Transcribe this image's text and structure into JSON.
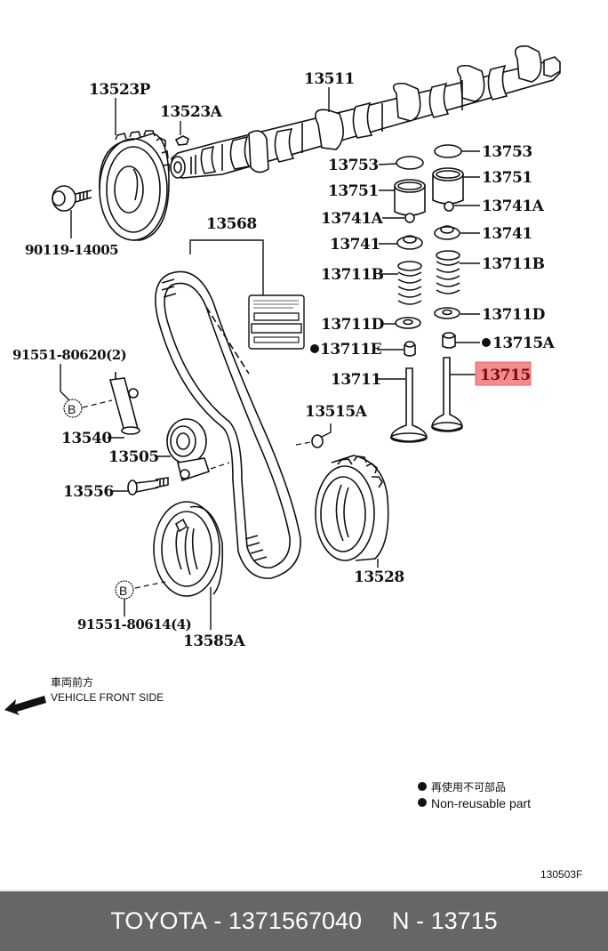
{
  "diagram": {
    "title": "Camshaft & Valve / Timing Belt exploded parts diagram",
    "highlighted_part": "13715",
    "highlight_color": "#f28b8b",
    "labels": {
      "p13523P": "13523P",
      "p13523A": "13523A",
      "p13511": "13511",
      "p90119": "90119-14005",
      "p13568": "13568",
      "p13753_l": "13753",
      "p13753_r": "13753",
      "p13751_l": "13751",
      "p13751_r": "13751",
      "p13741A_l": "13741A",
      "p13741A_r": "13741A",
      "p13741_l": "13741",
      "p13741_r": "13741",
      "p13711B_l": "13711B",
      "p13711B_r": "13711B",
      "p13711D_l": "13711D",
      "p13711D_r": "13711D",
      "p13711E": "13711E",
      "p13715A": "13715A",
      "p13711": "13711",
      "p13715": "13715",
      "p91551_80620": "91551-80620(2)",
      "p13540": "13540",
      "p13505": "13505",
      "p13556": "13556",
      "p13515A": "13515A",
      "p13528": "13528",
      "p91551_80614": "91551-80614(4)",
      "p13585A": "13585A",
      "ref_b_top": "B",
      "ref_b_bottom": "B"
    },
    "direction": {
      "jp": "車両前方",
      "en": "VEHICLE FRONT SIDE"
    },
    "legend": {
      "jp": "再使用不可部品",
      "en": "Non-reusable part"
    },
    "figure_code": "130503F"
  },
  "footer": {
    "brand": "TOYOTA",
    "part_number": "1371567040",
    "ref_prefix": "N",
    "ref_number": "13715",
    "separator": "-"
  }
}
